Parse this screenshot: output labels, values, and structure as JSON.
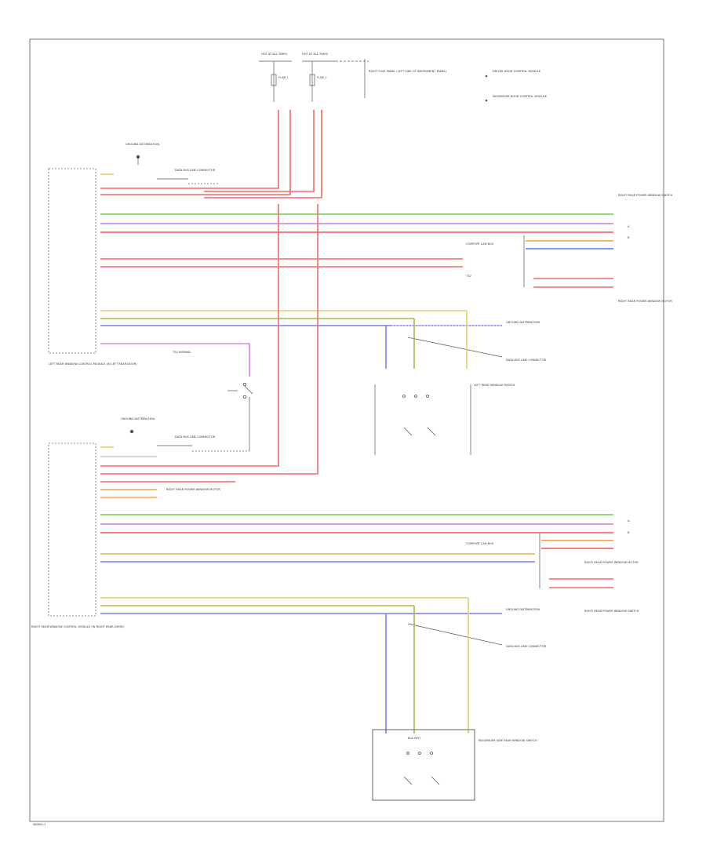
{
  "colors": {
    "red": "#f26b6b",
    "green": "#7fd36a",
    "violet": "#d58ce0",
    "blue": "#7a7ef0",
    "orange": "#f2a752",
    "yellow": "#e3cf6a",
    "olive": "#a5b84a",
    "lime": "#9fdc5a",
    "frame": "#555555"
  },
  "labels": {
    "hot_left": "HOT AT ALL TIMES",
    "hot_right": "HOT AT ALL TIMES",
    "fuse_left": "FUSE 1",
    "fuse_right": "FUSE 2",
    "fuse_box": "RIGHT FUSE PANEL (LEFT SIDE OF INSTRUMENT PANEL)",
    "legend_1": "DRIVER DOOR CONTROL MODULE",
    "legend_2": "PASSENGER DOOR CONTROL MODULE",
    "ground_top": "GROUND DISTRIBUTION",
    "ground_bottom": "GROUND DISTRIBUTION",
    "data_bus_top": "DATA BUS LINE CONNECTOR",
    "data_bus_bottom": "DATA BUS LINE CONNECTOR",
    "module_top": "LEFT REAR WINDOW CONTROL MODULE (IN LEFT REAR DOOR)",
    "module_bottom": "RIGHT REAR WINDOW CONTROL MODULE (IN RIGHT REAR DOOR)",
    "right_top_1": "RIGHT REAR POWER WINDOW SWITCH",
    "right_top_2": "RIGHT REAR POWER WINDOW MOTOR",
    "right_bottom_1": "RIGHT REAR POWER WINDOW MOTOR",
    "right_bottom_2": "RIGHT REAR POWER WINDOW SWITCH",
    "comfort_top": "COMFORT CAN BUS",
    "comfort_bottom": "COMFORT CAN BUS",
    "window_switch_top": "LEFT REAR WINDOW SWITCH",
    "window_switch_bottom": "PASSENGER SIDE REAR WINDOW SWITCH",
    "switch_caption": "BLK WHT",
    "connector_note": "T32 NORMAL",
    "footer": "W0000-1"
  }
}
